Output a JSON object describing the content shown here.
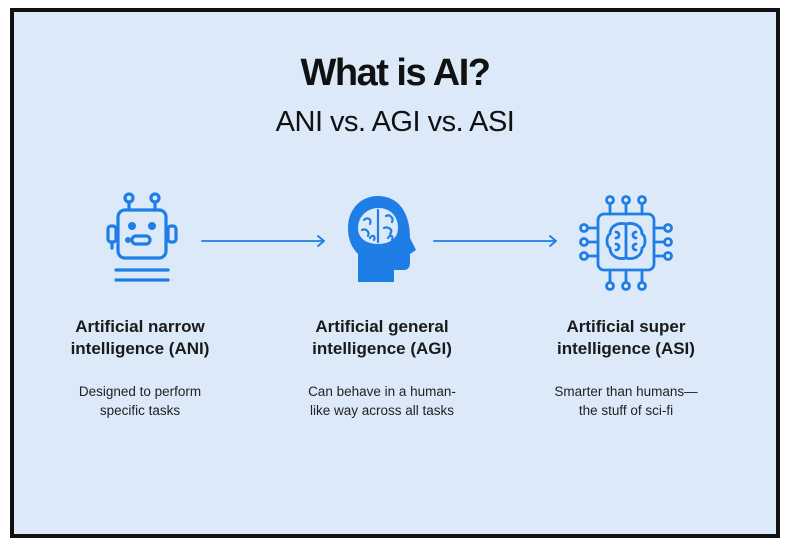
{
  "title": "What is AI?",
  "subtitle": "ANI vs. AGI vs. ASI",
  "accent_color": "#1f7ee6",
  "stages": [
    {
      "icon": "robot-icon",
      "name": "Artificial narrow\nintelligence (ANI)",
      "description": "Designed to perform\nspecific tasks"
    },
    {
      "icon": "human-brain-head-icon",
      "name": "Artificial general\nintelligence (AGI)",
      "description": "Can behave in a human-\nlike way across all tasks"
    },
    {
      "icon": "brain-chip-icon",
      "name": "Artificial super\nintelligence (ASI)",
      "description": "Smarter than humans—\nthe stuff of sci-fi"
    }
  ]
}
